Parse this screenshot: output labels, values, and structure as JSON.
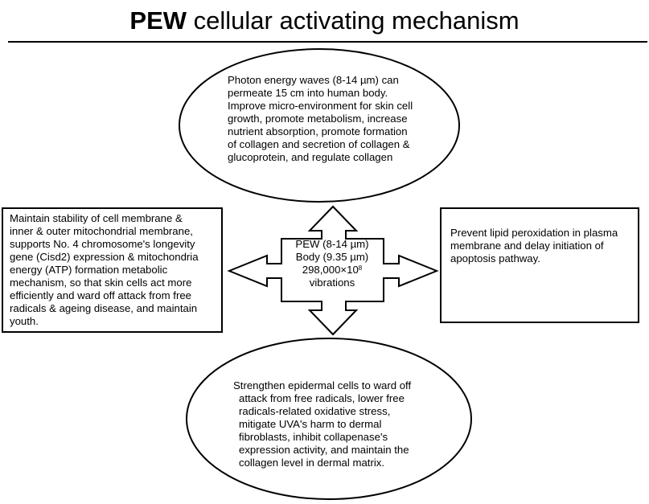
{
  "title": {
    "bold": "PEW",
    "rest": " cellular activating mechanism"
  },
  "center": {
    "lines": [
      "PEW (8-14 µm)",
      "Body (9.35 µm)",
      "298,000×10",
      "vibrations"
    ],
    "exponent": "8"
  },
  "top_ellipse": {
    "lines": [
      "Photon energy waves (8-14 µm) can",
      "permeate 15 cm into human body.",
      "Improve micro-environment for skin cell",
      "growth, promote metabolism, increase",
      "nutrient absorption, promote formation",
      "of collagen and secretion of collagen &",
      "glucoprotein, and regulate collagen"
    ]
  },
  "left_box": {
    "lines": [
      "Maintain stability of cell membrane &",
      "inner & outer mitochondrial membrane,",
      "supports No. 4 chromosome's longevity",
      "gene (Cisd2) expression & mitochondria",
      "energy (ATP) formation metabolic",
      "mechanism, so that skin cells act more",
      "efficiently and ward off attack from free",
      "radicals & ageing disease, and maintain",
      "youth."
    ]
  },
  "right_box": {
    "lines": [
      "Prevent lipid peroxidation in plasma",
      "membrane and delay initiation of",
      "apoptosis pathway."
    ]
  },
  "bottom_ellipse": {
    "lines": [
      "Strengthen epidermal cells to ward off",
      "attack from free radicals, lower free",
      "radicals-related oxidative stress,",
      "mitigate UVA's harm to dermal",
      "fibroblasts, inhibit collapenase's",
      "expression activity, and maintain the",
      "collagen level in dermal matrix."
    ]
  }
}
